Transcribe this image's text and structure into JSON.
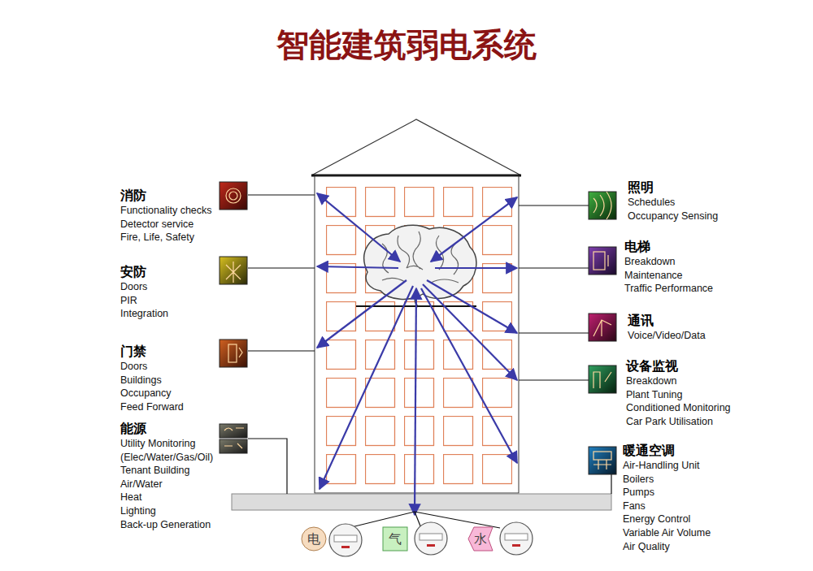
{
  "diagram": {
    "title": "智能建筑弱电系统",
    "nodes": [
      {
        "text": [
          "消防",
          "Functionality checks",
          "Detector service",
          "Fire, Life, Safety"
        ]
      },
      {
        "text": [
          "安防",
          "Doors",
          "PIR",
          "Integration"
        ]
      },
      {
        "text": [
          "门禁",
          "Doors",
          "Buildings",
          "Occupancy",
          "Feed Forward"
        ]
      },
      {
        "text": [
          "能源",
          "Utility Monitoring",
          "(Elec/Water/Gas/Oil)",
          "Tenant Building",
          "Air/Water",
          "Heat",
          "Lighting",
          "Back-up Generation"
        ]
      },
      {
        "text": [
          "照明",
          "Schedules",
          "Occupancy Sensing"
        ]
      },
      {
        "text": [
          "电梯",
          "Breakdown",
          "Maintenance",
          "Traffic Performance"
        ]
      },
      {
        "text": [
          "通讯",
          "Voice/Video/Data"
        ]
      },
      {
        "text": [
          "设备监视",
          "Breakdown",
          "Plant Tuning",
          "Conditioned Monitoring",
          "Car Park Utilisation"
        ]
      },
      {
        "text": [
          "暖通空调",
          "Air-Handling Unit",
          "Boilers",
          "Pumps",
          "Fans",
          "Energy Control",
          "Variable Air Volume",
          "Air Quality"
        ]
      },
      {
        "text": [
          "电"
        ]
      },
      {
        "text": [
          "气"
        ]
      },
      {
        "text": [
          "水"
        ]
      }
    ]
  }
}
